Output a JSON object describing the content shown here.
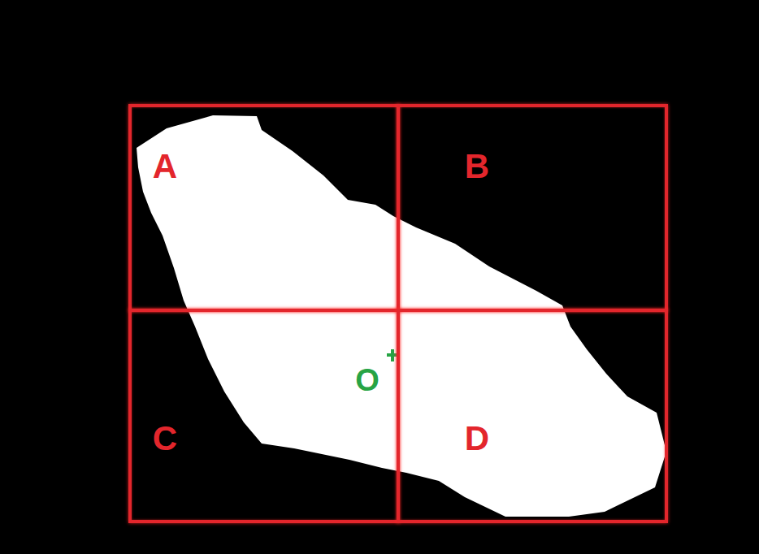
{
  "diagram": {
    "nodes": [
      {
        "text": [
          "A"
        ]
      },
      {
        "text": [
          "B"
        ]
      },
      {
        "text": [
          "C"
        ]
      },
      {
        "text": [
          "D"
        ]
      }
    ],
    "labels": [
      "O"
    ]
  }
}
